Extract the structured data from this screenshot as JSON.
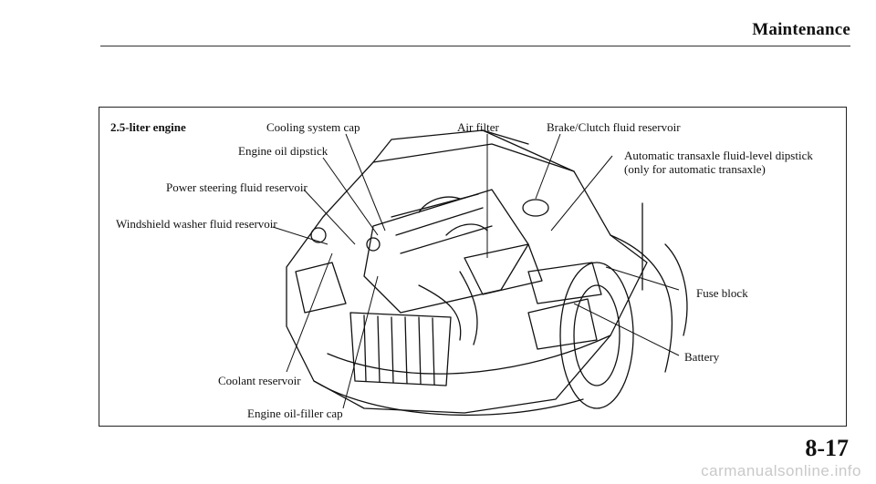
{
  "header": {
    "section_title": "Maintenance"
  },
  "figure": {
    "caption": "2.5-liter engine",
    "labels": {
      "cooling_system_cap": "Cooling system cap",
      "engine_oil_dipstick": "Engine oil dipstick",
      "power_steering_fluid_reservoir": "Power steering fluid reservoir",
      "windshield_washer_fluid_reservoir": "Windshield washer fluid reservoir",
      "air_filter": "Air filter",
      "brake_clutch_fluid_reservoir": "Brake/Clutch fluid reservoir",
      "automatic_transaxle_line1": "Automatic transaxle fluid-level dipstick",
      "automatic_transaxle_line2": "(only for automatic transaxle)",
      "fuse_block": "Fuse block",
      "battery": "Battery",
      "coolant_reservoir": "Coolant reservoir",
      "engine_oil_filler_cap": "Engine oil-filler cap"
    }
  },
  "footer": {
    "page_number": "8-17"
  },
  "watermark": "carmanualsonline.info"
}
